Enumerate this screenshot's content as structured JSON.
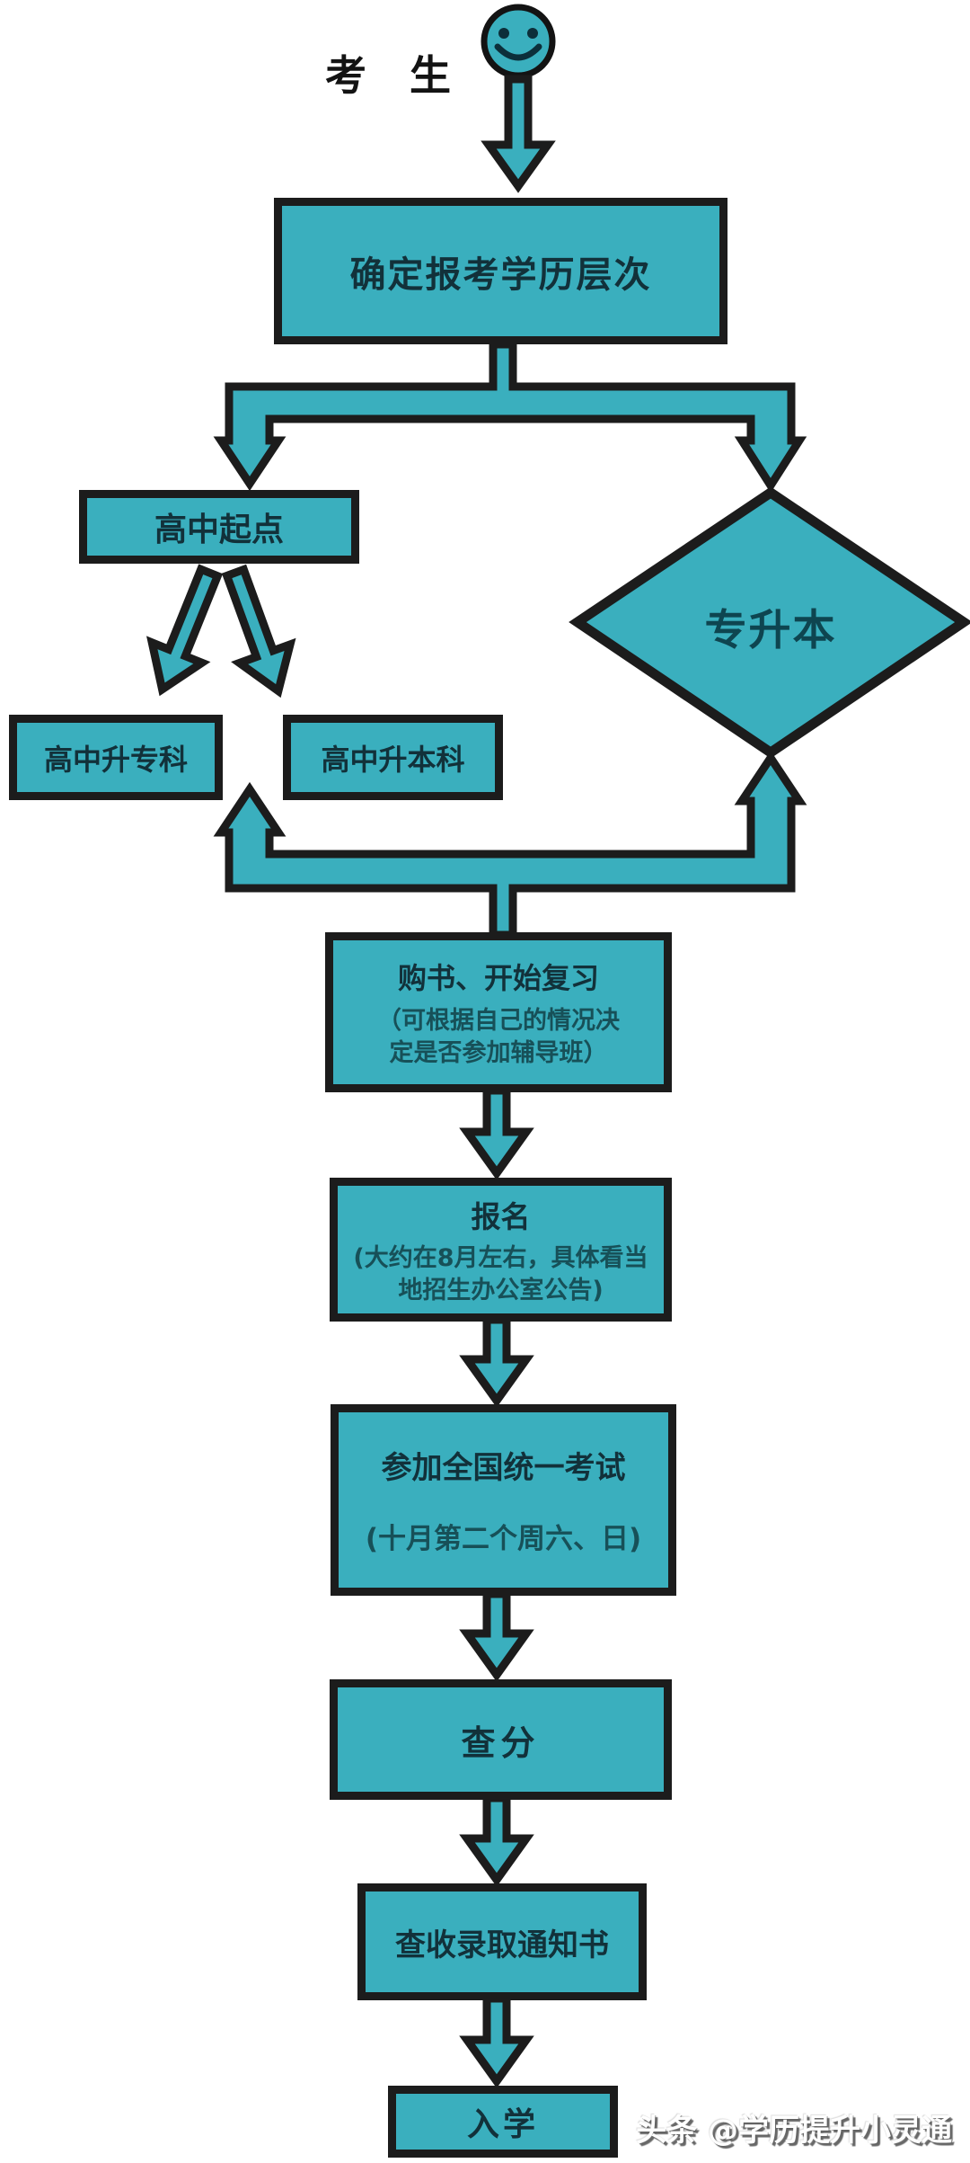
{
  "colors": {
    "teal": "#3aafbe",
    "outline": "#1c1c1c",
    "title": "#12313a",
    "note": "#175058",
    "diamond-text": "#0e4550",
    "bg": "#ffffff"
  },
  "header": {
    "actor_label": "考 生",
    "actor_icon": "smiley-face-icon"
  },
  "nodes": {
    "determine": {
      "label": "确定报考学历层次"
    },
    "high_school_start": {
      "label": "高中起点"
    },
    "zhuan_sheng_ben": {
      "label": "专升本"
    },
    "hs_to_zhuanke": {
      "label": "高中升专科"
    },
    "hs_to_benke": {
      "label": "高中升本科"
    },
    "buy_books": {
      "title": "购书、开始复习",
      "note": "（可根据自己的情况决定是否参加辅导班）"
    },
    "signup": {
      "title": "报名",
      "note": "(大约在8月左右，具体看当地招生办公室公告)"
    },
    "exam": {
      "title": "参加全国统一考试",
      "note": "(十月第二个周六、日)"
    },
    "check_score": {
      "label": "查分"
    },
    "admission_letter": {
      "label": "查收录取通知书"
    },
    "enroll": {
      "label": "入学"
    }
  },
  "watermark": {
    "text": "头条 @学历提升小灵通"
  }
}
